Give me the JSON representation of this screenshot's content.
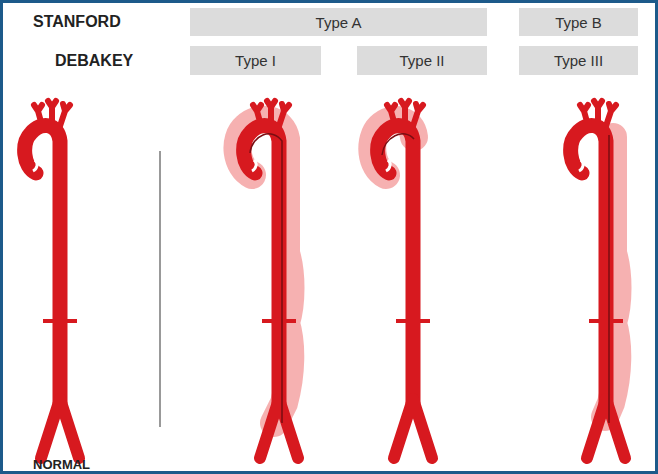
{
  "diagram": {
    "nodes": [
      {
        "text": [
          "Type A"
        ]
      },
      {
        "text": [
          "Type B"
        ]
      },
      {
        "text": [
          "Type I"
        ]
      },
      {
        "text": [
          "Type II"
        ]
      },
      {
        "text": [
          "Type III"
        ]
      }
    ],
    "labels": [
      "STANFORD",
      "DEBAKEY",
      "NORMAL"
    ]
  }
}
